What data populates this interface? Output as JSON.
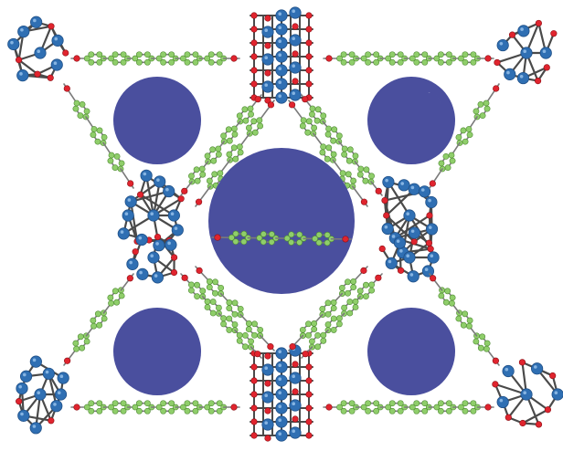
{
  "figure": {
    "description_text": "",
    "colors": {
      "background": "#ffffff",
      "pore": "#4a4f9e",
      "pore_highlight": "#ffffff",
      "metal": "#2f6fb3",
      "metal_dark": "#1f4f86",
      "oxygen": "#e0242e",
      "carbon": "#8fce6a",
      "carbon_dark": "#4f8a33",
      "bond": "#4a4a4a",
      "bond_light": "#7a7a7a"
    },
    "pores": [
      {
        "label": "large-pore",
        "size": "large"
      },
      {
        "label": "small-pore-top-left",
        "size": "small"
      },
      {
        "label": "small-pore-top-right",
        "size": "small"
      },
      {
        "label": "small-pore-bottom-left",
        "size": "small"
      },
      {
        "label": "small-pore-bottom-right",
        "size": "small"
      }
    ],
    "atom_types": [
      "metal",
      "oxygen",
      "carbon"
    ]
  }
}
